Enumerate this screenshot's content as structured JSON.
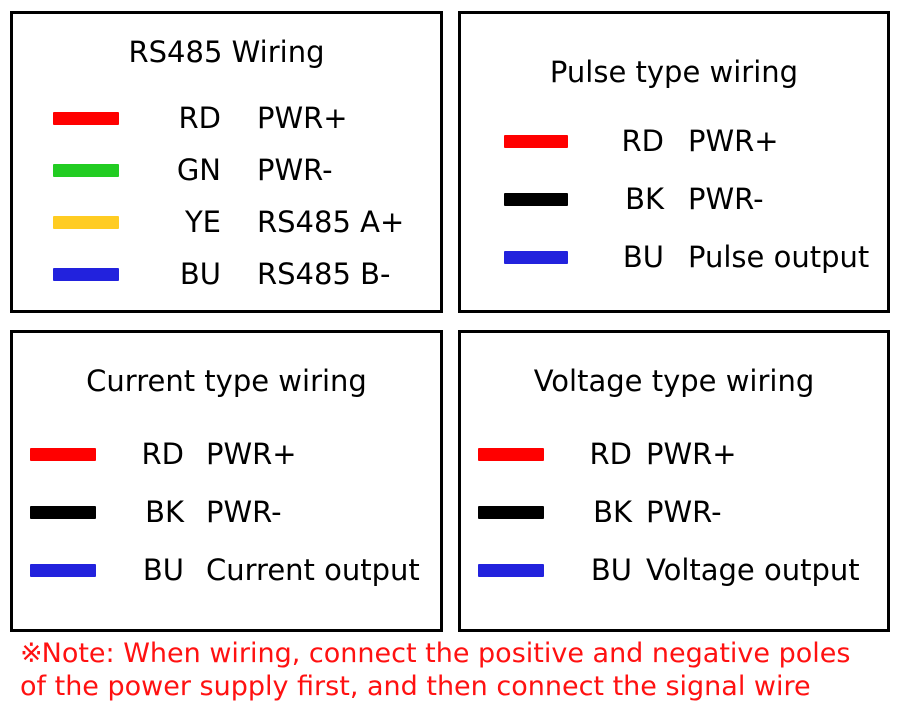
{
  "colors": {
    "red": "#ff0000",
    "green": "#22cc22",
    "yellow": "#ffcc22",
    "blue": "#2222dd",
    "black": "#000000",
    "note_red": "#ff1111",
    "border": "#000000",
    "background": "#ffffff"
  },
  "panels": [
    {
      "id": "rs485-wiring",
      "title": "RS485 Wiring",
      "rows": [
        {
          "swatch": "red",
          "swatch_color": "#ff0000",
          "code": "RD",
          "desc": "PWR+"
        },
        {
          "swatch": "green",
          "swatch_color": "#22cc22",
          "code": "GN",
          "desc": "PWR-"
        },
        {
          "swatch": "yellow",
          "swatch_color": "#ffcc22",
          "code": "YE",
          "desc": "RS485 A+"
        },
        {
          "swatch": "blue",
          "swatch_color": "#2222dd",
          "code": "BU",
          "desc": "RS485 B-"
        }
      ]
    },
    {
      "id": "pulse-type-wiring",
      "title": "Pulse type wiring",
      "rows": [
        {
          "swatch": "red",
          "swatch_color": "#ff0000",
          "code": "RD",
          "desc": "PWR+"
        },
        {
          "swatch": "black",
          "swatch_color": "#000000",
          "code": "BK",
          "desc": "PWR-"
        },
        {
          "swatch": "blue",
          "swatch_color": "#2222dd",
          "code": "BU",
          "desc": "Pulse output"
        }
      ]
    },
    {
      "id": "current-type-wiring",
      "title": "Current type wiring",
      "rows": [
        {
          "swatch": "red",
          "swatch_color": "#ff0000",
          "code": "RD",
          "desc": "PWR+"
        },
        {
          "swatch": "black",
          "swatch_color": "#000000",
          "code": "BK",
          "desc": "PWR-"
        },
        {
          "swatch": "blue",
          "swatch_color": "#2222dd",
          "code": "BU",
          "desc": "Current output"
        }
      ]
    },
    {
      "id": "voltage-type-wiring",
      "title": "Voltage type wiring",
      "rows": [
        {
          "swatch": "red",
          "swatch_color": "#ff0000",
          "code": "RD",
          "desc": "PWR+"
        },
        {
          "swatch": "black",
          "swatch_color": "#000000",
          "code": "BK",
          "desc": "PWR-"
        },
        {
          "swatch": "blue",
          "swatch_color": "#2222dd",
          "code": "BU",
          "desc": "Voltage output"
        }
      ]
    }
  ],
  "note": {
    "mark": "※",
    "line1": "Note: When wiring, connect the positive and negative poles",
    "line2": "of the power supply first, and then connect the signal wire"
  }
}
